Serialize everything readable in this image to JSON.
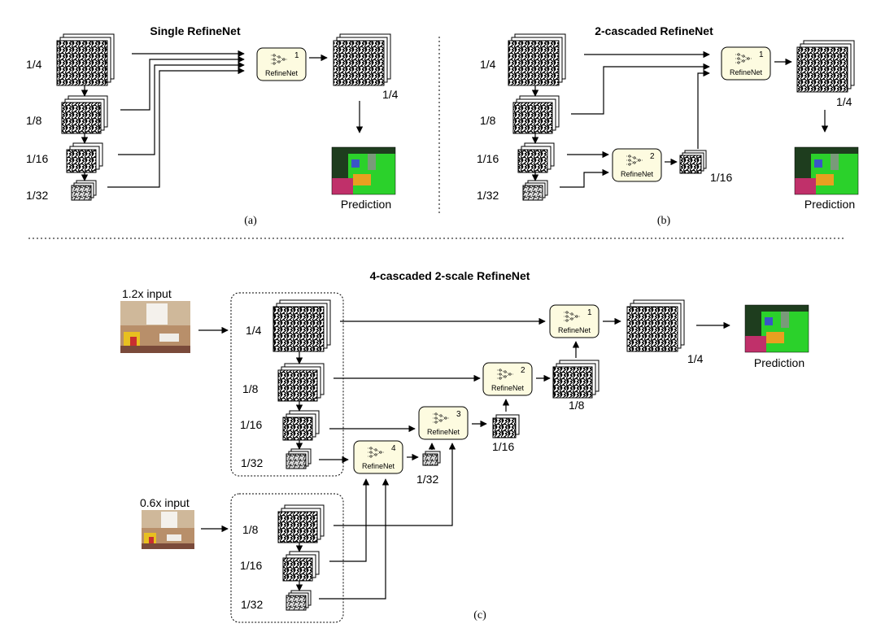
{
  "panel_a": {
    "title": "Single RefineNet",
    "caption": "(a)",
    "scales": [
      "1/4",
      "1/8",
      "1/16",
      "1/32"
    ],
    "output_scale": "1/4",
    "prediction_label": "Prediction",
    "refinenet_label": "RefineNet",
    "refinenet_index": "1"
  },
  "panel_b": {
    "title": "2-cascaded RefineNet",
    "caption": "(b)",
    "scales": [
      "1/4",
      "1/8",
      "1/16",
      "1/32"
    ],
    "mid_output_scale": "1/16",
    "output_scale": "1/4",
    "prediction_label": "Prediction",
    "refinenet_label": "RefineNet",
    "refinenet_indices": [
      "1",
      "2"
    ]
  },
  "panel_c": {
    "title": "4-cascaded 2-scale RefineNet",
    "caption": "(c)",
    "input_high": "1.2x input",
    "input_low": "0.6x input",
    "scales_high": [
      "1/4",
      "1/8",
      "1/16",
      "1/32"
    ],
    "scales_low": [
      "1/8",
      "1/16",
      "1/32"
    ],
    "output_scales": [
      "1/4",
      "1/8",
      "1/16",
      "1/32"
    ],
    "prediction_label": "Prediction",
    "refinenet_label": "RefineNet",
    "refinenet_indices": [
      "1",
      "2",
      "3",
      "4"
    ]
  },
  "colors": {
    "refinenet_fill": "#fdfbe0",
    "pred_green": "#2bd12b",
    "pred_dark": "#1e3d1e",
    "pred_magenta": "#c0306a",
    "pred_orange": "#e8a020",
    "pred_blue": "#3a55c8"
  }
}
